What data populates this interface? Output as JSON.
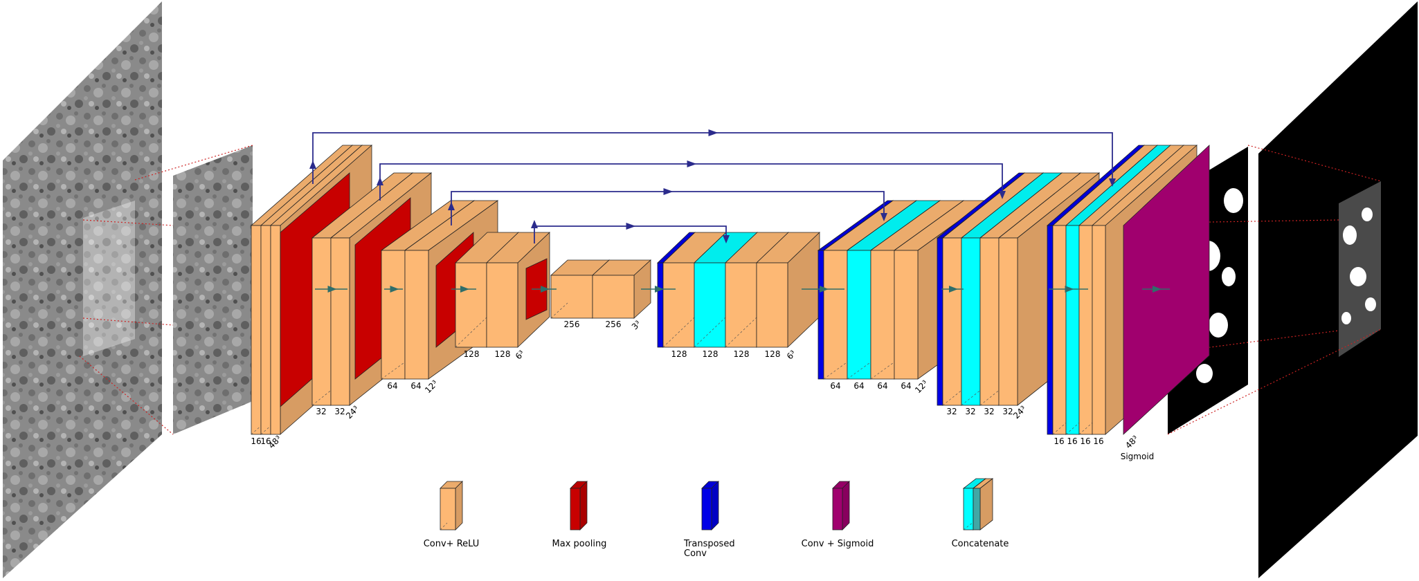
{
  "diagram": {
    "colors": {
      "conv_relu": "#fdb874",
      "max_pooling": "#c80000",
      "transposed_conv": "#0000e6",
      "conv_sigmoid": "#a0006e",
      "concatenate": "#00ffff",
      "connection": "#2b2b8c",
      "flow_arrow": "#2f6e6a",
      "projection": "#cc2222"
    },
    "encoder_labels": {
      "enc1": [
        "16",
        "16",
        "48³"
      ],
      "enc2": [
        "32",
        "32",
        "24³"
      ],
      "enc3": [
        "64",
        "64",
        "12³"
      ],
      "enc4": [
        "128",
        "128",
        "6³"
      ],
      "bottleneck": [
        "256",
        "256",
        "3³"
      ]
    },
    "decoder_labels": {
      "dec4": [
        "128",
        "128",
        "128",
        "128",
        "6³"
      ],
      "dec3": [
        "64",
        "64",
        "64",
        "64",
        "12³"
      ],
      "dec2": [
        "32",
        "32",
        "32",
        "32",
        "24³"
      ],
      "dec1": [
        "16",
        "16",
        "16",
        "16"
      ],
      "output": [
        "48³",
        "Sigmoid"
      ]
    },
    "legend": [
      {
        "name": "conv-relu",
        "label": "Conv+ ReLU",
        "color": "#fdb874"
      },
      {
        "name": "max-pooling",
        "label": "Max pooling",
        "color": "#c80000"
      },
      {
        "name": "transposed-conv",
        "label": "Transposed Conv",
        "color": "#0000e6"
      },
      {
        "name": "conv-sigmoid",
        "label": "Conv + Sigmoid",
        "color": "#a0006e"
      },
      {
        "name": "concatenate",
        "label": "Concatenate",
        "color": "#00ffff"
      }
    ]
  }
}
